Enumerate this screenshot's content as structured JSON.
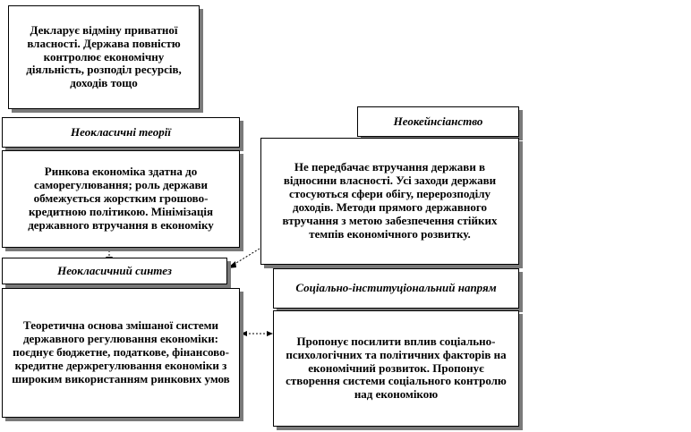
{
  "boxes": {
    "top": {
      "text": "Декларує відміну приватної власності. Держава повністю контролює економічну діяльність, розподіл ресурсів, доходів тощо"
    },
    "neoclassic": {
      "title": "Неокласичні теорії",
      "text": "Ринкова економіка здатна до саморегулювання; роль держави обмежується жорстким грошово-кредитною політикою. Мінімізація державного втручання в економіку"
    },
    "neokeynes": {
      "title": "Неокейнсіанство",
      "text": "Не передбачає втручання держави в відносини власності. Усі заходи держави стосуються сфери обігу, перерозподілу доходів. Методи прямого державного втручання з метою забезпечення стійких темпів економічного розвитку."
    },
    "synthesis": {
      "title": "Неокласичний синтез",
      "text": "Теоретична основа змішаної системи державного регулювання економіки: поєднує бюджетне, податкове, фінансово-кредитне держрегулювання економіки з широким використанням ринкових умов"
    },
    "social": {
      "title": "Соціально-інституціональний напрям",
      "text": "Пропонує посилити вплив соціально-психологічних та політичних факторів на економічний розвиток. Пропонує створення системи соціального контролю над економікою"
    }
  }
}
